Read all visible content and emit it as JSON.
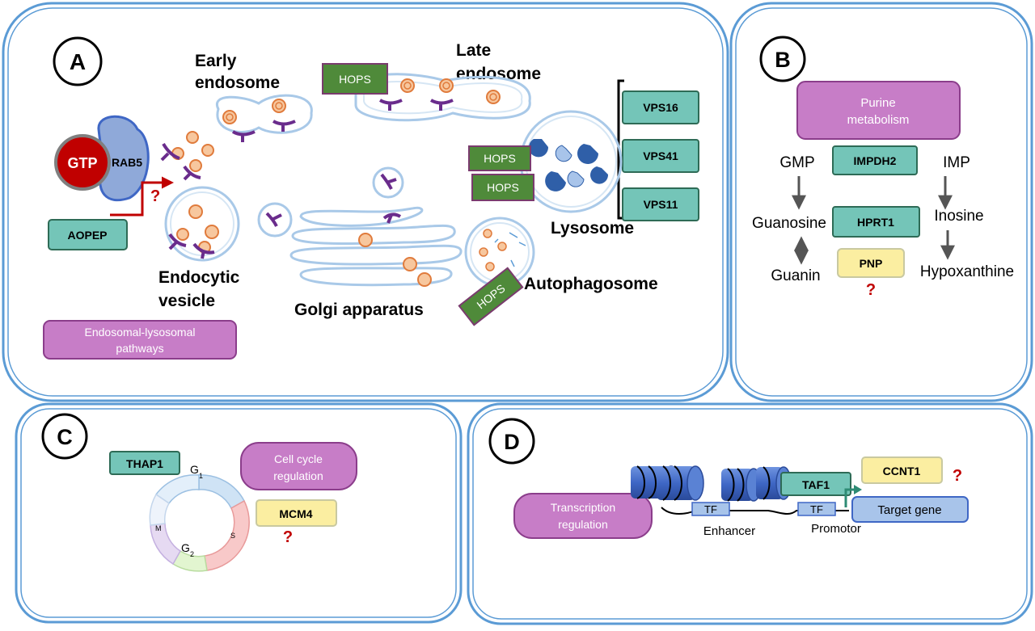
{
  "panels": {
    "a": {
      "letter": "A",
      "early_endosome_1": "Early",
      "early_endosome_2": "endosome",
      "late_endosome_1": "Late",
      "late_endosome_2": "endosome",
      "hops_top": "HOPS",
      "hops_mid1": "HOPS",
      "hops_mid2": "HOPS",
      "hops_auto": "HOPS",
      "vps16": "VPS16",
      "vps41": "VPS41",
      "vps11": "VPS11",
      "gtp": "GTP",
      "rab5": "RAB5",
      "question": "?",
      "aopep": "AOPEP",
      "endocytic_1": "Endocytic",
      "endocytic_2": "vesicle",
      "golgi": "Golgi apparatus",
      "lysosome": "Lysosome",
      "autophagosome": "Autophagosome",
      "pathway_1": "Endosomal-lysosomal",
      "pathway_2": "pathways"
    },
    "b": {
      "letter": "B",
      "pathway_1": "Purine",
      "pathway_2": "metabolism",
      "gmp": "GMP",
      "imp": "IMP",
      "impdh2": "IMPDH2",
      "guanosine": "Guanosine",
      "hprt1": "HPRT1",
      "inosine": "Inosine",
      "guanin": "Guanin",
      "pnp": "PNP",
      "hypoxanthine": "Hypoxanthine",
      "question": "?"
    },
    "c": {
      "letter": "C",
      "thap1": "THAP1",
      "pathway_1": "Cell cycle",
      "pathway_2": "regulation",
      "mcm4": "MCM4",
      "question": "?",
      "g1": "G",
      "g1_sub": "1",
      "g2": "G",
      "g2_sub": "2",
      "m": "M",
      "s": "S"
    },
    "d": {
      "letter": "D",
      "pathway_1": "Transcription",
      "pathway_2": "regulation",
      "taf1": "TAF1",
      "ccnt1": "CCNT1",
      "question": "?",
      "tf_enhancer": "TF",
      "tf_promotor": "TF",
      "enhancer": "Enhancer",
      "promotor": "Promotor",
      "target_gene": "Target gene"
    }
  },
  "colors": {
    "panel_border": "#5b9bd5",
    "gene_box": "#74c5b8",
    "gene_box_border": "#2e6b56",
    "hops_box": "#4f8a3a",
    "hops_border": "#7a3b6e",
    "pathway_box": "#c77dc7",
    "pathway_border": "#8b3d8b",
    "unknown_box": "#fbeea1",
    "question": "#c00000",
    "cargo": "#e89a5a",
    "receptor": "#6a2c8c",
    "gtp": "#c00000",
    "rab5": "#8fa9d9",
    "nucleosome": "#3f67c5",
    "membrane": "#a9c9e8"
  }
}
